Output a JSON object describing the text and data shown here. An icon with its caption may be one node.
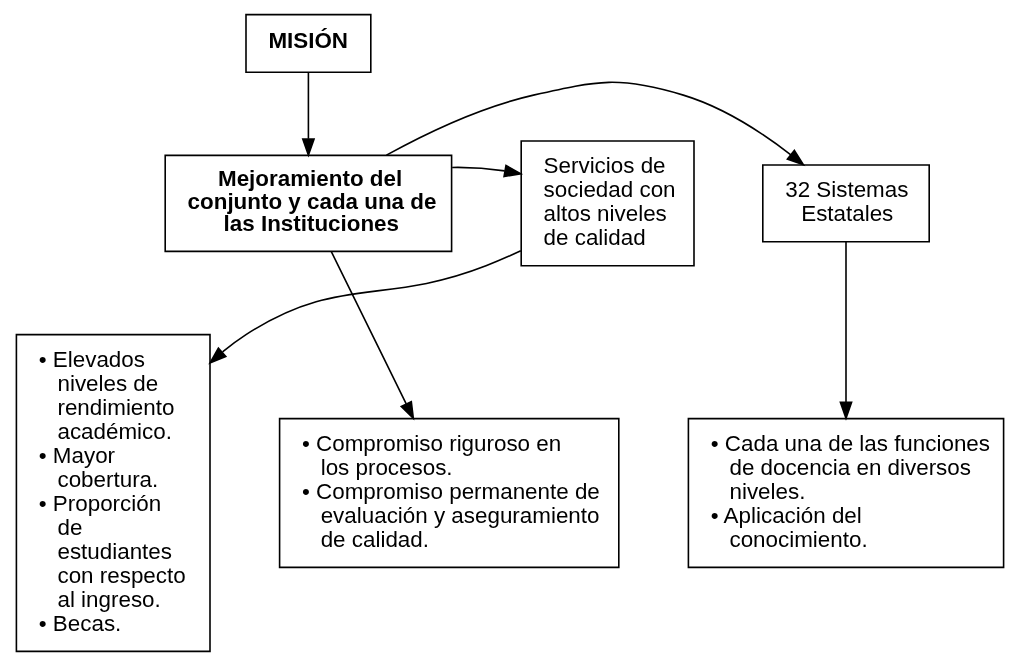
{
  "diagram": {
    "nodes": [
      {
        "text": [
          "MISIÓN"
        ]
      },
      {
        "text": [
          "Mejoramiento del conjunto y cada una de las Instituciones"
        ]
      },
      {
        "text": [
          "Servicios de sociedad con altos niveles de calidad"
        ]
      },
      {
        "text": [
          "32 Sistemas Estatales"
        ]
      },
      {
        "text": [
          "• Elevados niveles de rendimiento académico.",
          "• Mayor cobertura.",
          "• Proporción de estudiantes con respecto al ingreso.",
          "• Becas."
        ]
      },
      {
        "text": [
          "• Compromiso riguroso en los procesos.",
          "• Compromiso permanente de evaluación y aseguramiento de calidad."
        ]
      },
      {
        "text": [
          "• Cada una de las funciones de docencia en diversos niveles.",
          "• Aplicación del conocimiento."
        ]
      }
    ],
    "edges": [
      {
        "from": 0,
        "to": 1,
        "arrow": "to"
      },
      {
        "from": 1,
        "to": 2,
        "arrow": "to"
      },
      {
        "from": 1,
        "to": 3,
        "arrow": "to"
      },
      {
        "from": 2,
        "to": 4,
        "arrow": "to"
      },
      {
        "from": 1,
        "to": 5,
        "arrow": "to"
      },
      {
        "from": 3,
        "to": 6,
        "arrow": "to"
      }
    ]
  }
}
